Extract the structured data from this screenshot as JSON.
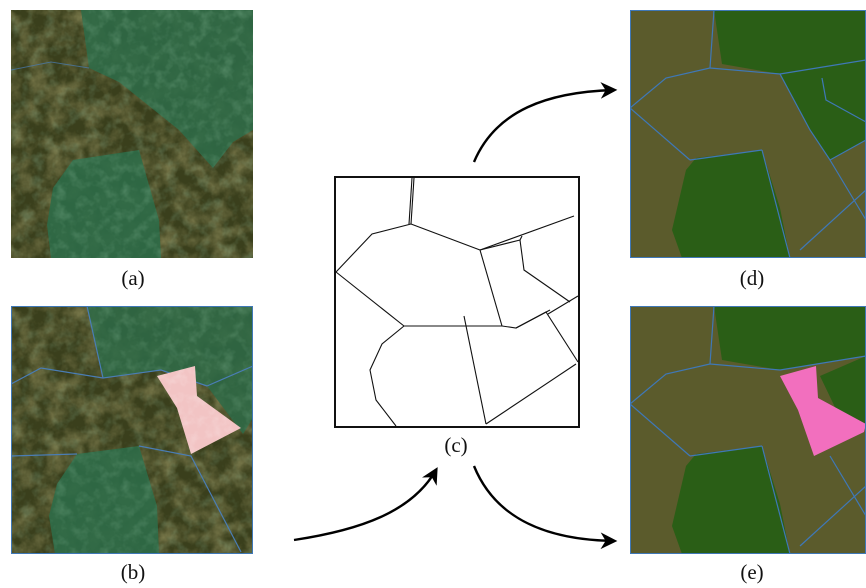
{
  "captions": {
    "a": "(a)",
    "b": "(b)",
    "c": "(c)",
    "d": "(d)",
    "e": "(e)"
  },
  "panels": [
    {
      "id": "a",
      "kind": "satellite-texture"
    },
    {
      "id": "b",
      "kind": "satellite-texture-with-highlight"
    },
    {
      "id": "c",
      "kind": "boundary-map"
    },
    {
      "id": "d",
      "kind": "flat-segmentation"
    },
    {
      "id": "e",
      "kind": "flat-segmentation-with-highlight"
    }
  ],
  "colors": {
    "olive_region": "#5b5b2c",
    "forest_region": "#2a5e16",
    "texture_dark": "#2e3416",
    "texture_green": "#2f6a47",
    "highlight_light": "#eec2c2",
    "highlight_strong": "#f26fbe",
    "boundary": "#3f78b7",
    "arrow": "#000000",
    "line_drawing": "#111111"
  }
}
